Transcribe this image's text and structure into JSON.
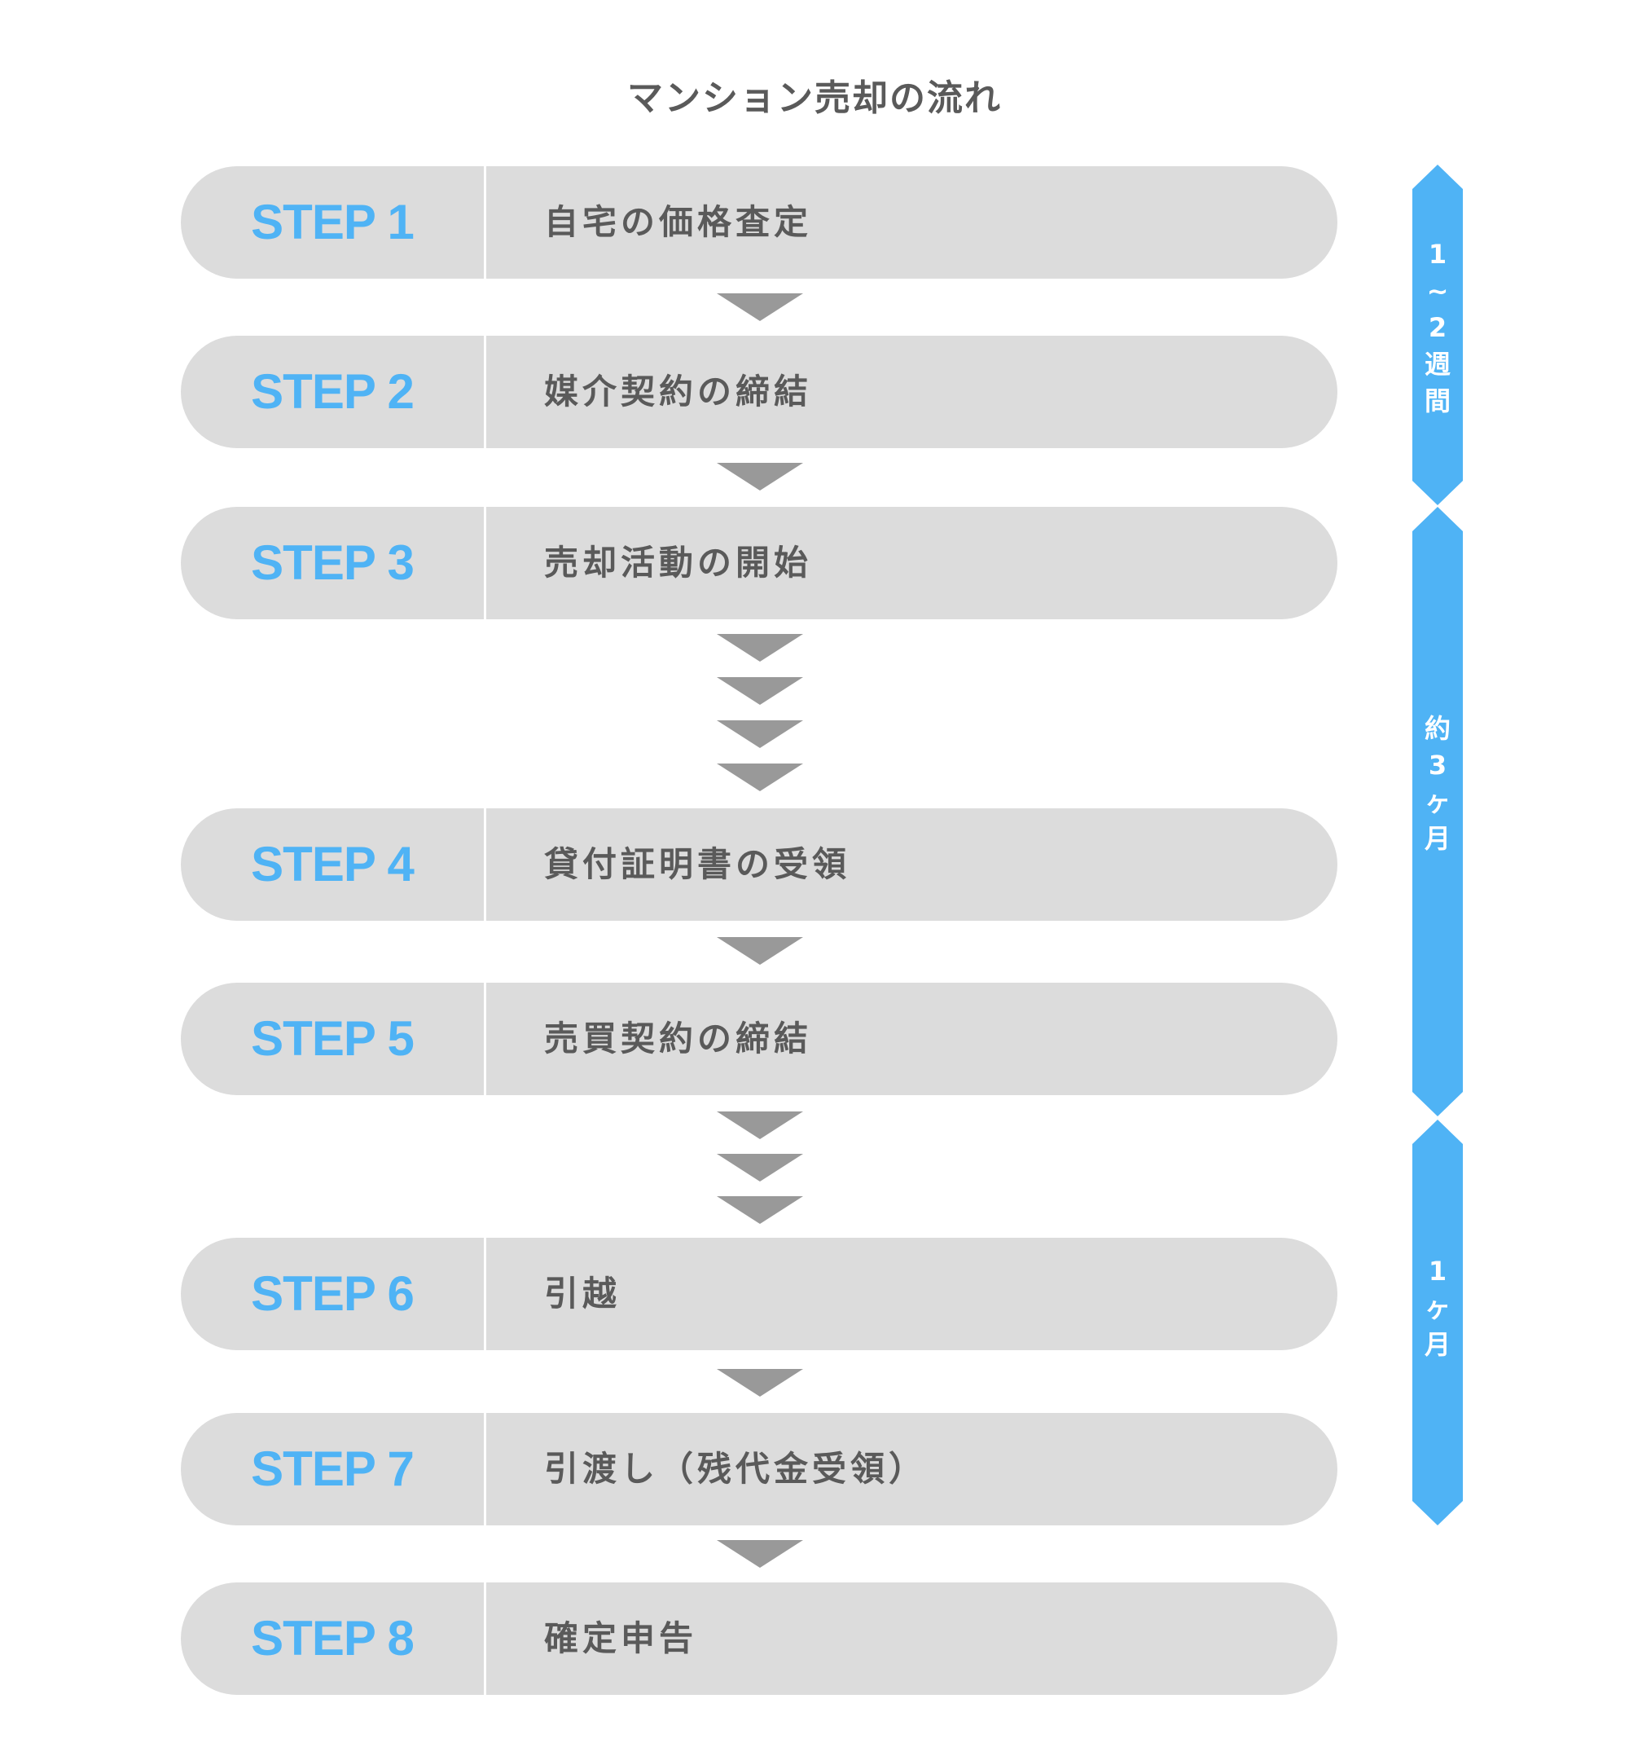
{
  "title": "マンション売却の流れ",
  "accent_color": "#4fb3f5",
  "step_bg_color": "#dcdcdc",
  "arrow_color": "#999999",
  "steps": [
    {
      "label": "STEP 1",
      "text": "自宅の価格査定"
    },
    {
      "label": "STEP 2",
      "text": "媒介契約の締結"
    },
    {
      "label": "STEP 3",
      "text": "売却活動の開始"
    },
    {
      "label": "STEP 4",
      "text": "貸付証明書の受領"
    },
    {
      "label": "STEP 5",
      "text": "売買契約の締結"
    },
    {
      "label": "STEP 6",
      "text": "引越"
    },
    {
      "label": "STEP 7",
      "text": "引渡し（残代金受領）"
    },
    {
      "label": "STEP 8",
      "text": "確定申告"
    }
  ],
  "periods": [
    {
      "label": "1~2週間",
      "chars": [
        "1",
        "~",
        "2",
        "週",
        "間"
      ]
    },
    {
      "label": "約3ヶ月",
      "chars": [
        "約",
        "3",
        "ヶ",
        "月"
      ]
    },
    {
      "label": "1ヶ月",
      "chars": [
        "1",
        "ヶ",
        "月"
      ]
    }
  ]
}
